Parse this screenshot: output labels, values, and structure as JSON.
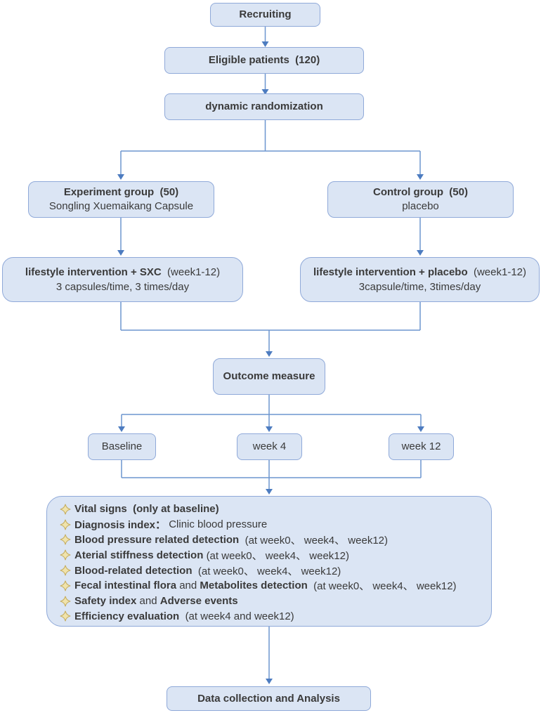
{
  "nodes": {
    "recruiting": {
      "label": "Recruiting"
    },
    "eligible_patients": {
      "label": "Eligible patients  (120)"
    },
    "dynamic_randomization": {
      "label": "dynamic randomization"
    },
    "experiment_group": {
      "line1": "Experiment group  (50)",
      "line2": "Songling Xuemaikang Capsule"
    },
    "control_group": {
      "line1": "Control group  (50)",
      "line2": "placebo"
    },
    "intervention_sxc": {
      "line1_bold": "lifestyle intervention + SXC",
      "line1_note": "  (week1-12)",
      "line2": "3 capsules/time, 3 times/day"
    },
    "intervention_placebo": {
      "line1_bold": "lifestyle intervention + placebo",
      "line1_note": "  (week1-12)",
      "line2": "3capsule/time, 3times/day"
    },
    "outcome_measure": {
      "label": "Outcome measure"
    },
    "baseline": {
      "label": "Baseline"
    },
    "week4": {
      "label": "week 4"
    },
    "week12": {
      "label": "week 12"
    },
    "data_collection": {
      "label": "Data collection and Analysis"
    }
  },
  "outcome_items": [
    {
      "segments": [
        {
          "text": "Vital signs  (only at baseline)",
          "bold": true
        }
      ]
    },
    {
      "segments": [
        {
          "text": "Diagnosis index：",
          "bold": true
        },
        {
          "text": " Clinic blood pressure",
          "bold": false
        }
      ]
    },
    {
      "segments": [
        {
          "text": "Blood pressure related detection",
          "bold": true
        },
        {
          "text": "  (at week0、 week4、 week12)",
          "bold": false
        }
      ]
    },
    {
      "segments": [
        {
          "text": "Aterial stiffness detection",
          "bold": true
        },
        {
          "text": " (at week0、 week4、 week12)",
          "bold": false
        }
      ]
    },
    {
      "segments": [
        {
          "text": "Blood-related detection",
          "bold": true
        },
        {
          "text": "  (at week0、 week4、 week12)",
          "bold": false
        }
      ]
    },
    {
      "segments": [
        {
          "text": "Fecal intestinal flora",
          "bold": true
        },
        {
          "text": " and ",
          "bold": false
        },
        {
          "text": "Metabolites detection",
          "bold": true
        },
        {
          "text": "  (at week0、 week4、 week12)",
          "bold": false
        }
      ]
    },
    {
      "segments": [
        {
          "text": "Safety index",
          "bold": true
        },
        {
          "text": " and ",
          "bold": false
        },
        {
          "text": "Adverse events",
          "bold": true
        }
      ]
    },
    {
      "segments": [
        {
          "text": "Efficiency evaluation",
          "bold": true
        },
        {
          "text": "  (at week4 and week12)",
          "bold": false
        }
      ]
    }
  ],
  "icons": {
    "bullet": "four-pointed-star-icon"
  },
  "colors": {
    "node_fill": "#dbe5f4",
    "node_border": "#8fa9d9",
    "connector_line": "#6d96cf",
    "arrowhead": "#4d7cc0",
    "star_fill": "#f0e3ab",
    "star_stroke": "#c6ae62",
    "text": "#3a3a3a",
    "background": "#ffffff"
  }
}
